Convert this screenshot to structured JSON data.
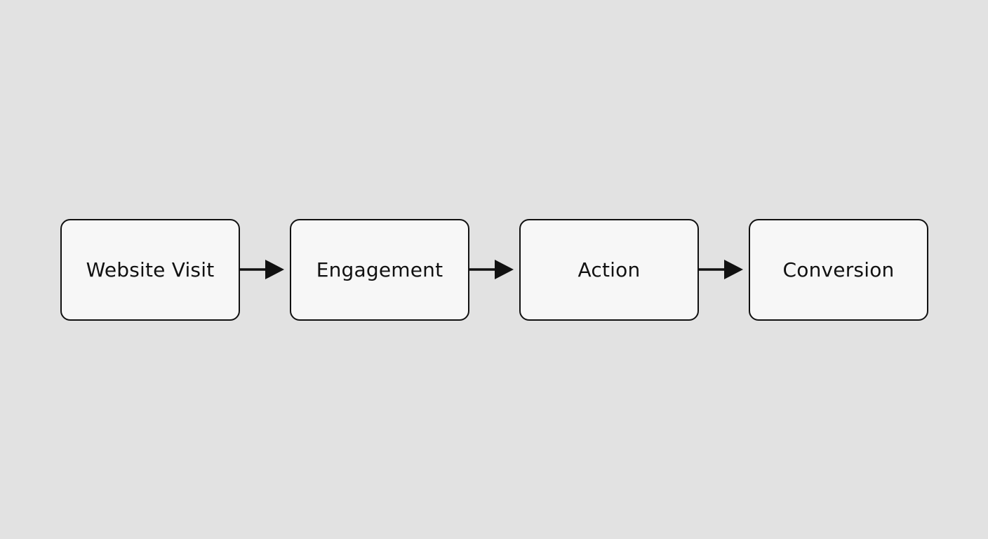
{
  "flow": {
    "steps": [
      {
        "label": "Website Visit"
      },
      {
        "label": "Engagement"
      },
      {
        "label": "Action"
      },
      {
        "label": "Conversion"
      }
    ]
  },
  "colors": {
    "background": "#e2e2e2",
    "box_fill": "#f7f7f7",
    "stroke": "#111111"
  }
}
